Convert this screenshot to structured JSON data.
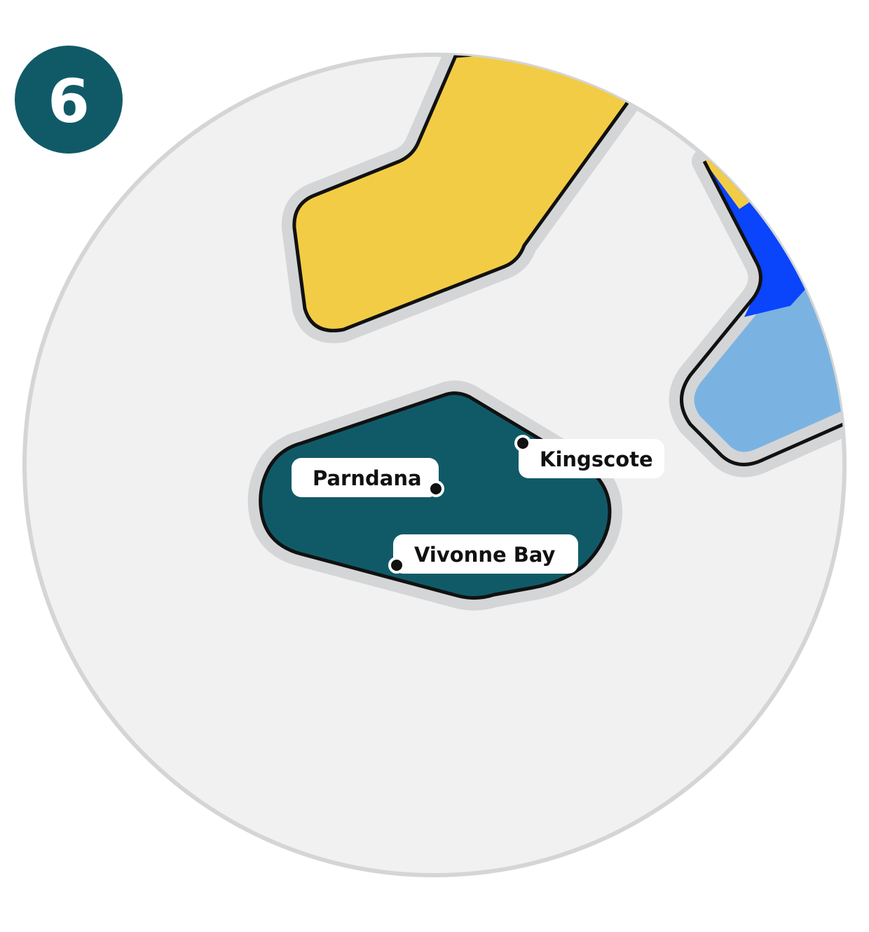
{
  "badge": {
    "number": "6"
  },
  "towns": [
    {
      "name": "Kingscote"
    },
    {
      "name": "Parndana"
    },
    {
      "name": "Vivonne Bay"
    }
  ],
  "colors": {
    "background": "#ffffff",
    "sea": "#f0f1f0",
    "map_border": "#d4d5d6",
    "island": "#105a68",
    "yellow_region": "#f3cc45",
    "blue_region": "#0a44fb",
    "light_blue_region": "#7ab3e2",
    "outline": "#111111",
    "badge": "#105a68"
  }
}
